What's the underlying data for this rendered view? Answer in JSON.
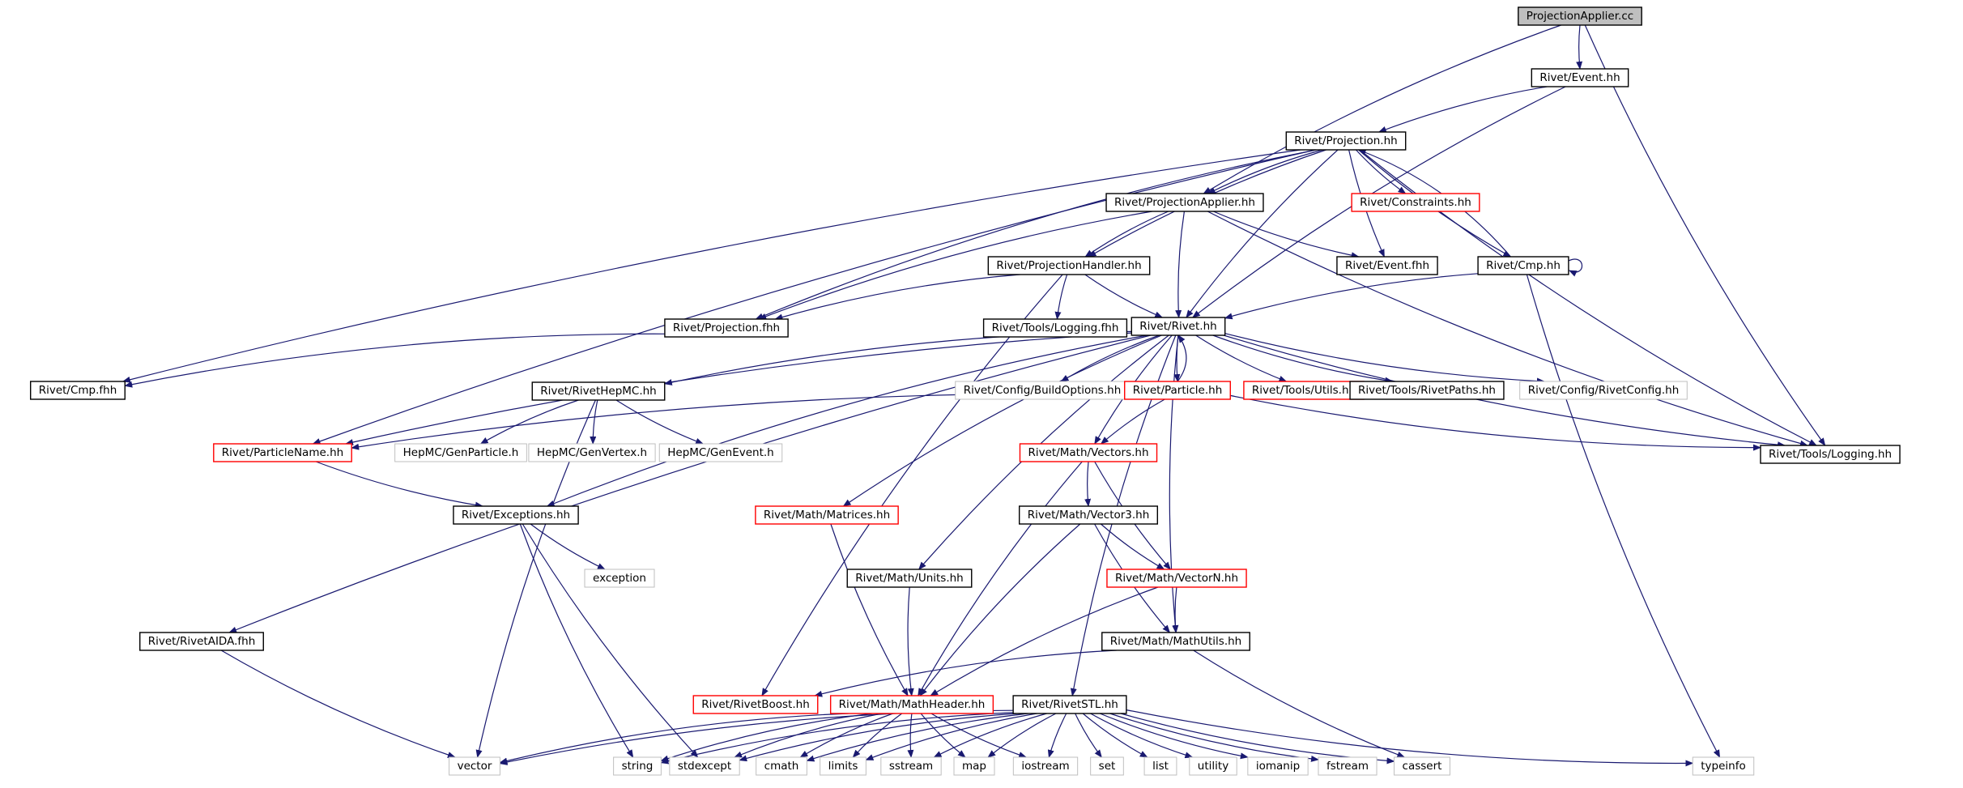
{
  "colors": {
    "edge": "#191970",
    "node_border": "#000000",
    "node_missing_border": "#bfbfbf",
    "node_truncated_border": "#ff0000",
    "root_fill": "#bfbfbf",
    "node_fill": "#ffffff"
  },
  "nodes": [
    {
      "id": "root",
      "label": "ProjectionApplier.cc",
      "kind": "root"
    },
    {
      "id": "event_hh",
      "label": "Rivet/Event.hh",
      "kind": "normal"
    },
    {
      "id": "projection_hh",
      "label": "Rivet/Projection.hh",
      "kind": "normal"
    },
    {
      "id": "projapplier_hh",
      "label": "Rivet/ProjectionApplier.hh",
      "kind": "normal"
    },
    {
      "id": "constraints_hh",
      "label": "Rivet/Constraints.hh",
      "kind": "truncated"
    },
    {
      "id": "projhandler_hh",
      "label": "Rivet/ProjectionHandler.hh",
      "kind": "normal"
    },
    {
      "id": "event_fhh",
      "label": "Rivet/Event.fhh",
      "kind": "normal"
    },
    {
      "id": "cmp_hh",
      "label": "Rivet/Cmp.hh",
      "kind": "normal"
    },
    {
      "id": "projection_fhh",
      "label": "Rivet/Projection.fhh",
      "kind": "normal"
    },
    {
      "id": "toolslogging_fhh",
      "label": "Rivet/Tools/Logging.fhh",
      "kind": "normal"
    },
    {
      "id": "rivet_hh",
      "label": "Rivet/Rivet.hh",
      "kind": "normal"
    },
    {
      "id": "cmp_fhh",
      "label": "Rivet/Cmp.fhh",
      "kind": "normal"
    },
    {
      "id": "rivethepmc_hh",
      "label": "Rivet/RivetHepMC.hh",
      "kind": "normal"
    },
    {
      "id": "buildoptions_hh",
      "label": "Rivet/Config/BuildOptions.hh",
      "kind": "missing"
    },
    {
      "id": "particle_hh",
      "label": "Rivet/Particle.hh",
      "kind": "truncated"
    },
    {
      "id": "toolsutils_hh",
      "label": "Rivet/Tools/Utils.hh",
      "kind": "truncated"
    },
    {
      "id": "rivetpaths_hh",
      "label": "Rivet/Tools/RivetPaths.hh",
      "kind": "normal"
    },
    {
      "id": "rivetconfig_hh",
      "label": "Rivet/Config/RivetConfig.hh",
      "kind": "missing"
    },
    {
      "id": "particlename_hh",
      "label": "Rivet/ParticleName.hh",
      "kind": "truncated"
    },
    {
      "id": "genparticle_h",
      "label": "HepMC/GenParticle.h",
      "kind": "missing"
    },
    {
      "id": "genvertex_h",
      "label": "HepMC/GenVertex.h",
      "kind": "missing"
    },
    {
      "id": "genevent_h",
      "label": "HepMC/GenEvent.h",
      "kind": "missing"
    },
    {
      "id": "vectors_hh",
      "label": "Rivet/Math/Vectors.hh",
      "kind": "truncated"
    },
    {
      "id": "toolslogging_hh",
      "label": "Rivet/Tools/Logging.hh",
      "kind": "normal"
    },
    {
      "id": "exceptions_hh",
      "label": "Rivet/Exceptions.hh",
      "kind": "normal"
    },
    {
      "id": "matrices_hh",
      "label": "Rivet/Math/Matrices.hh",
      "kind": "truncated"
    },
    {
      "id": "vector3_hh",
      "label": "Rivet/Math/Vector3.hh",
      "kind": "normal"
    },
    {
      "id": "exception",
      "label": "exception",
      "kind": "missing"
    },
    {
      "id": "units_hh",
      "label": "Rivet/Math/Units.hh",
      "kind": "normal"
    },
    {
      "id": "vectorn_hh",
      "label": "Rivet/Math/VectorN.hh",
      "kind": "truncated"
    },
    {
      "id": "rivetaida_fhh",
      "label": "Rivet/RivetAIDA.fhh",
      "kind": "normal"
    },
    {
      "id": "mathutils_hh",
      "label": "Rivet/Math/MathUtils.hh",
      "kind": "normal"
    },
    {
      "id": "rivetboost_hh",
      "label": "Rivet/RivetBoost.hh",
      "kind": "truncated"
    },
    {
      "id": "mathheader_hh",
      "label": "Rivet/Math/MathHeader.hh",
      "kind": "truncated"
    },
    {
      "id": "rivetstl_hh",
      "label": "Rivet/RivetSTL.hh",
      "kind": "normal"
    },
    {
      "id": "vector",
      "label": "vector",
      "kind": "missing"
    },
    {
      "id": "string",
      "label": "string",
      "kind": "missing"
    },
    {
      "id": "stdexcept",
      "label": "stdexcept",
      "kind": "missing"
    },
    {
      "id": "cmath",
      "label": "cmath",
      "kind": "missing"
    },
    {
      "id": "limits",
      "label": "limits",
      "kind": "missing"
    },
    {
      "id": "sstream",
      "label": "sstream",
      "kind": "missing"
    },
    {
      "id": "map",
      "label": "map",
      "kind": "missing"
    },
    {
      "id": "iostream",
      "label": "iostream",
      "kind": "missing"
    },
    {
      "id": "set",
      "label": "set",
      "kind": "missing"
    },
    {
      "id": "list",
      "label": "list",
      "kind": "missing"
    },
    {
      "id": "utility",
      "label": "utility",
      "kind": "missing"
    },
    {
      "id": "iomanip",
      "label": "iomanip",
      "kind": "missing"
    },
    {
      "id": "fstream",
      "label": "fstream",
      "kind": "missing"
    },
    {
      "id": "cassert",
      "label": "cassert",
      "kind": "missing"
    },
    {
      "id": "typeinfo",
      "label": "typeinfo",
      "kind": "missing"
    }
  ],
  "edges": [
    [
      "root",
      "event_hh"
    ],
    [
      "root",
      "projapplier_hh"
    ],
    [
      "root",
      "toolslogging_hh"
    ],
    [
      "event_hh",
      "projection_hh"
    ],
    [
      "event_hh",
      "rivet_hh"
    ],
    [
      "projection_hh",
      "projapplier_hh"
    ],
    [
      "projection_hh",
      "constraints_hh"
    ],
    [
      "projection_hh",
      "projhandler_hh"
    ],
    [
      "projection_hh",
      "event_fhh"
    ],
    [
      "projection_hh",
      "cmp_hh"
    ],
    [
      "projection_hh",
      "projection_fhh"
    ],
    [
      "projection_hh",
      "rivet_hh"
    ],
    [
      "projection_hh",
      "cmp_fhh"
    ],
    [
      "projection_hh",
      "particlename_hh"
    ],
    [
      "projection_hh",
      "toolslogging_hh"
    ],
    [
      "projapplier_hh",
      "projhandler_hh"
    ],
    [
      "projapplier_hh",
      "event_fhh"
    ],
    [
      "projapplier_hh",
      "projection_fhh"
    ],
    [
      "projapplier_hh",
      "rivet_hh"
    ],
    [
      "projapplier_hh",
      "toolslogging_hh"
    ],
    [
      "projhandler_hh",
      "projection_fhh"
    ],
    [
      "projhandler_hh",
      "toolslogging_fhh"
    ],
    [
      "projhandler_hh",
      "rivet_hh"
    ],
    [
      "projhandler_hh",
      "rivetboost_hh"
    ],
    [
      "cmp_hh",
      "projection_hh"
    ],
    [
      "cmp_hh",
      "cmp_hh"
    ],
    [
      "cmp_hh",
      "rivet_hh"
    ],
    [
      "cmp_hh",
      "typeinfo"
    ],
    [
      "projection_fhh",
      "cmp_fhh"
    ],
    [
      "rivet_hh",
      "rivethepmc_hh"
    ],
    [
      "rivet_hh",
      "buildoptions_hh"
    ],
    [
      "rivet_hh",
      "particle_hh"
    ],
    [
      "rivet_hh",
      "toolsutils_hh"
    ],
    [
      "rivet_hh",
      "rivetpaths_hh"
    ],
    [
      "rivet_hh",
      "rivetconfig_hh"
    ],
    [
      "rivet_hh",
      "particlename_hh"
    ],
    [
      "rivet_hh",
      "vectors_hh"
    ],
    [
      "rivet_hh",
      "toolslogging_hh"
    ],
    [
      "rivet_hh",
      "exceptions_hh"
    ],
    [
      "rivet_hh",
      "matrices_hh"
    ],
    [
      "rivet_hh",
      "units_hh"
    ],
    [
      "rivet_hh",
      "rivetaida_fhh"
    ],
    [
      "rivet_hh",
      "mathutils_hh"
    ],
    [
      "rivet_hh",
      "rivetstl_hh"
    ],
    [
      "particle_hh",
      "rivet_hh"
    ],
    [
      "particle_hh",
      "particlename_hh"
    ],
    [
      "particle_hh",
      "vectors_hh"
    ],
    [
      "particle_hh",
      "toolslogging_hh"
    ],
    [
      "rivethepmc_hh",
      "genparticle_h"
    ],
    [
      "rivethepmc_hh",
      "genvertex_h"
    ],
    [
      "rivethepmc_hh",
      "genevent_h"
    ],
    [
      "rivethepmc_hh",
      "vector"
    ],
    [
      "particlename_hh",
      "exceptions_hh"
    ],
    [
      "exceptions_hh",
      "exception"
    ],
    [
      "exceptions_hh",
      "string"
    ],
    [
      "exceptions_hh",
      "stdexcept"
    ],
    [
      "vectors_hh",
      "vector3_hh"
    ],
    [
      "vectors_hh",
      "vectorn_hh"
    ],
    [
      "vectors_hh",
      "mathheader_hh"
    ],
    [
      "vector3_hh",
      "vectorn_hh"
    ],
    [
      "vector3_hh",
      "mathutils_hh"
    ],
    [
      "vector3_hh",
      "mathheader_hh"
    ],
    [
      "vectorn_hh",
      "mathutils_hh"
    ],
    [
      "vectorn_hh",
      "mathheader_hh"
    ],
    [
      "matrices_hh",
      "mathheader_hh"
    ],
    [
      "units_hh",
      "mathheader_hh"
    ],
    [
      "mathutils_hh",
      "rivetboost_hh"
    ],
    [
      "mathutils_hh",
      "cassert"
    ],
    [
      "rivetaida_fhh",
      "vector"
    ],
    [
      "mathheader_hh",
      "vector"
    ],
    [
      "mathheader_hh",
      "string"
    ],
    [
      "mathheader_hh",
      "stdexcept"
    ],
    [
      "mathheader_hh",
      "cmath"
    ],
    [
      "mathheader_hh",
      "limits"
    ],
    [
      "mathheader_hh",
      "sstream"
    ],
    [
      "mathheader_hh",
      "map"
    ],
    [
      "mathheader_hh",
      "iostream"
    ],
    [
      "rivetstl_hh",
      "vector"
    ],
    [
      "rivetstl_hh",
      "string"
    ],
    [
      "rivetstl_hh",
      "stdexcept"
    ],
    [
      "rivetstl_hh",
      "cmath"
    ],
    [
      "rivetstl_hh",
      "limits"
    ],
    [
      "rivetstl_hh",
      "sstream"
    ],
    [
      "rivetstl_hh",
      "map"
    ],
    [
      "rivetstl_hh",
      "iostream"
    ],
    [
      "rivetstl_hh",
      "set"
    ],
    [
      "rivetstl_hh",
      "list"
    ],
    [
      "rivetstl_hh",
      "utility"
    ],
    [
      "rivetstl_hh",
      "iomanip"
    ],
    [
      "rivetstl_hh",
      "fstream"
    ],
    [
      "rivetstl_hh",
      "cassert"
    ],
    [
      "rivetstl_hh",
      "typeinfo"
    ]
  ]
}
